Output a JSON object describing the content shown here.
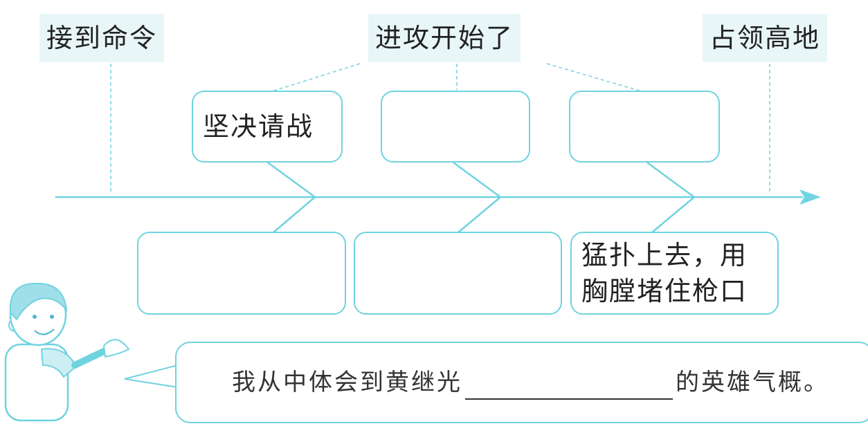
{
  "stages": [
    "接到命令",
    "进攻开始了",
    "占领高地"
  ],
  "top_boxes": [
    "坚决请战",
    "",
    ""
  ],
  "bottom_boxes": [
    "",
    "",
    "猛扑上去，用\n胸膛堵住枪口"
  ],
  "prompt": {
    "before": "我从中体会到黄继光",
    "after": "的英雄气概。"
  },
  "colors": {
    "line": "#6fd3e0",
    "stage_bg": "#e8f6f8"
  }
}
